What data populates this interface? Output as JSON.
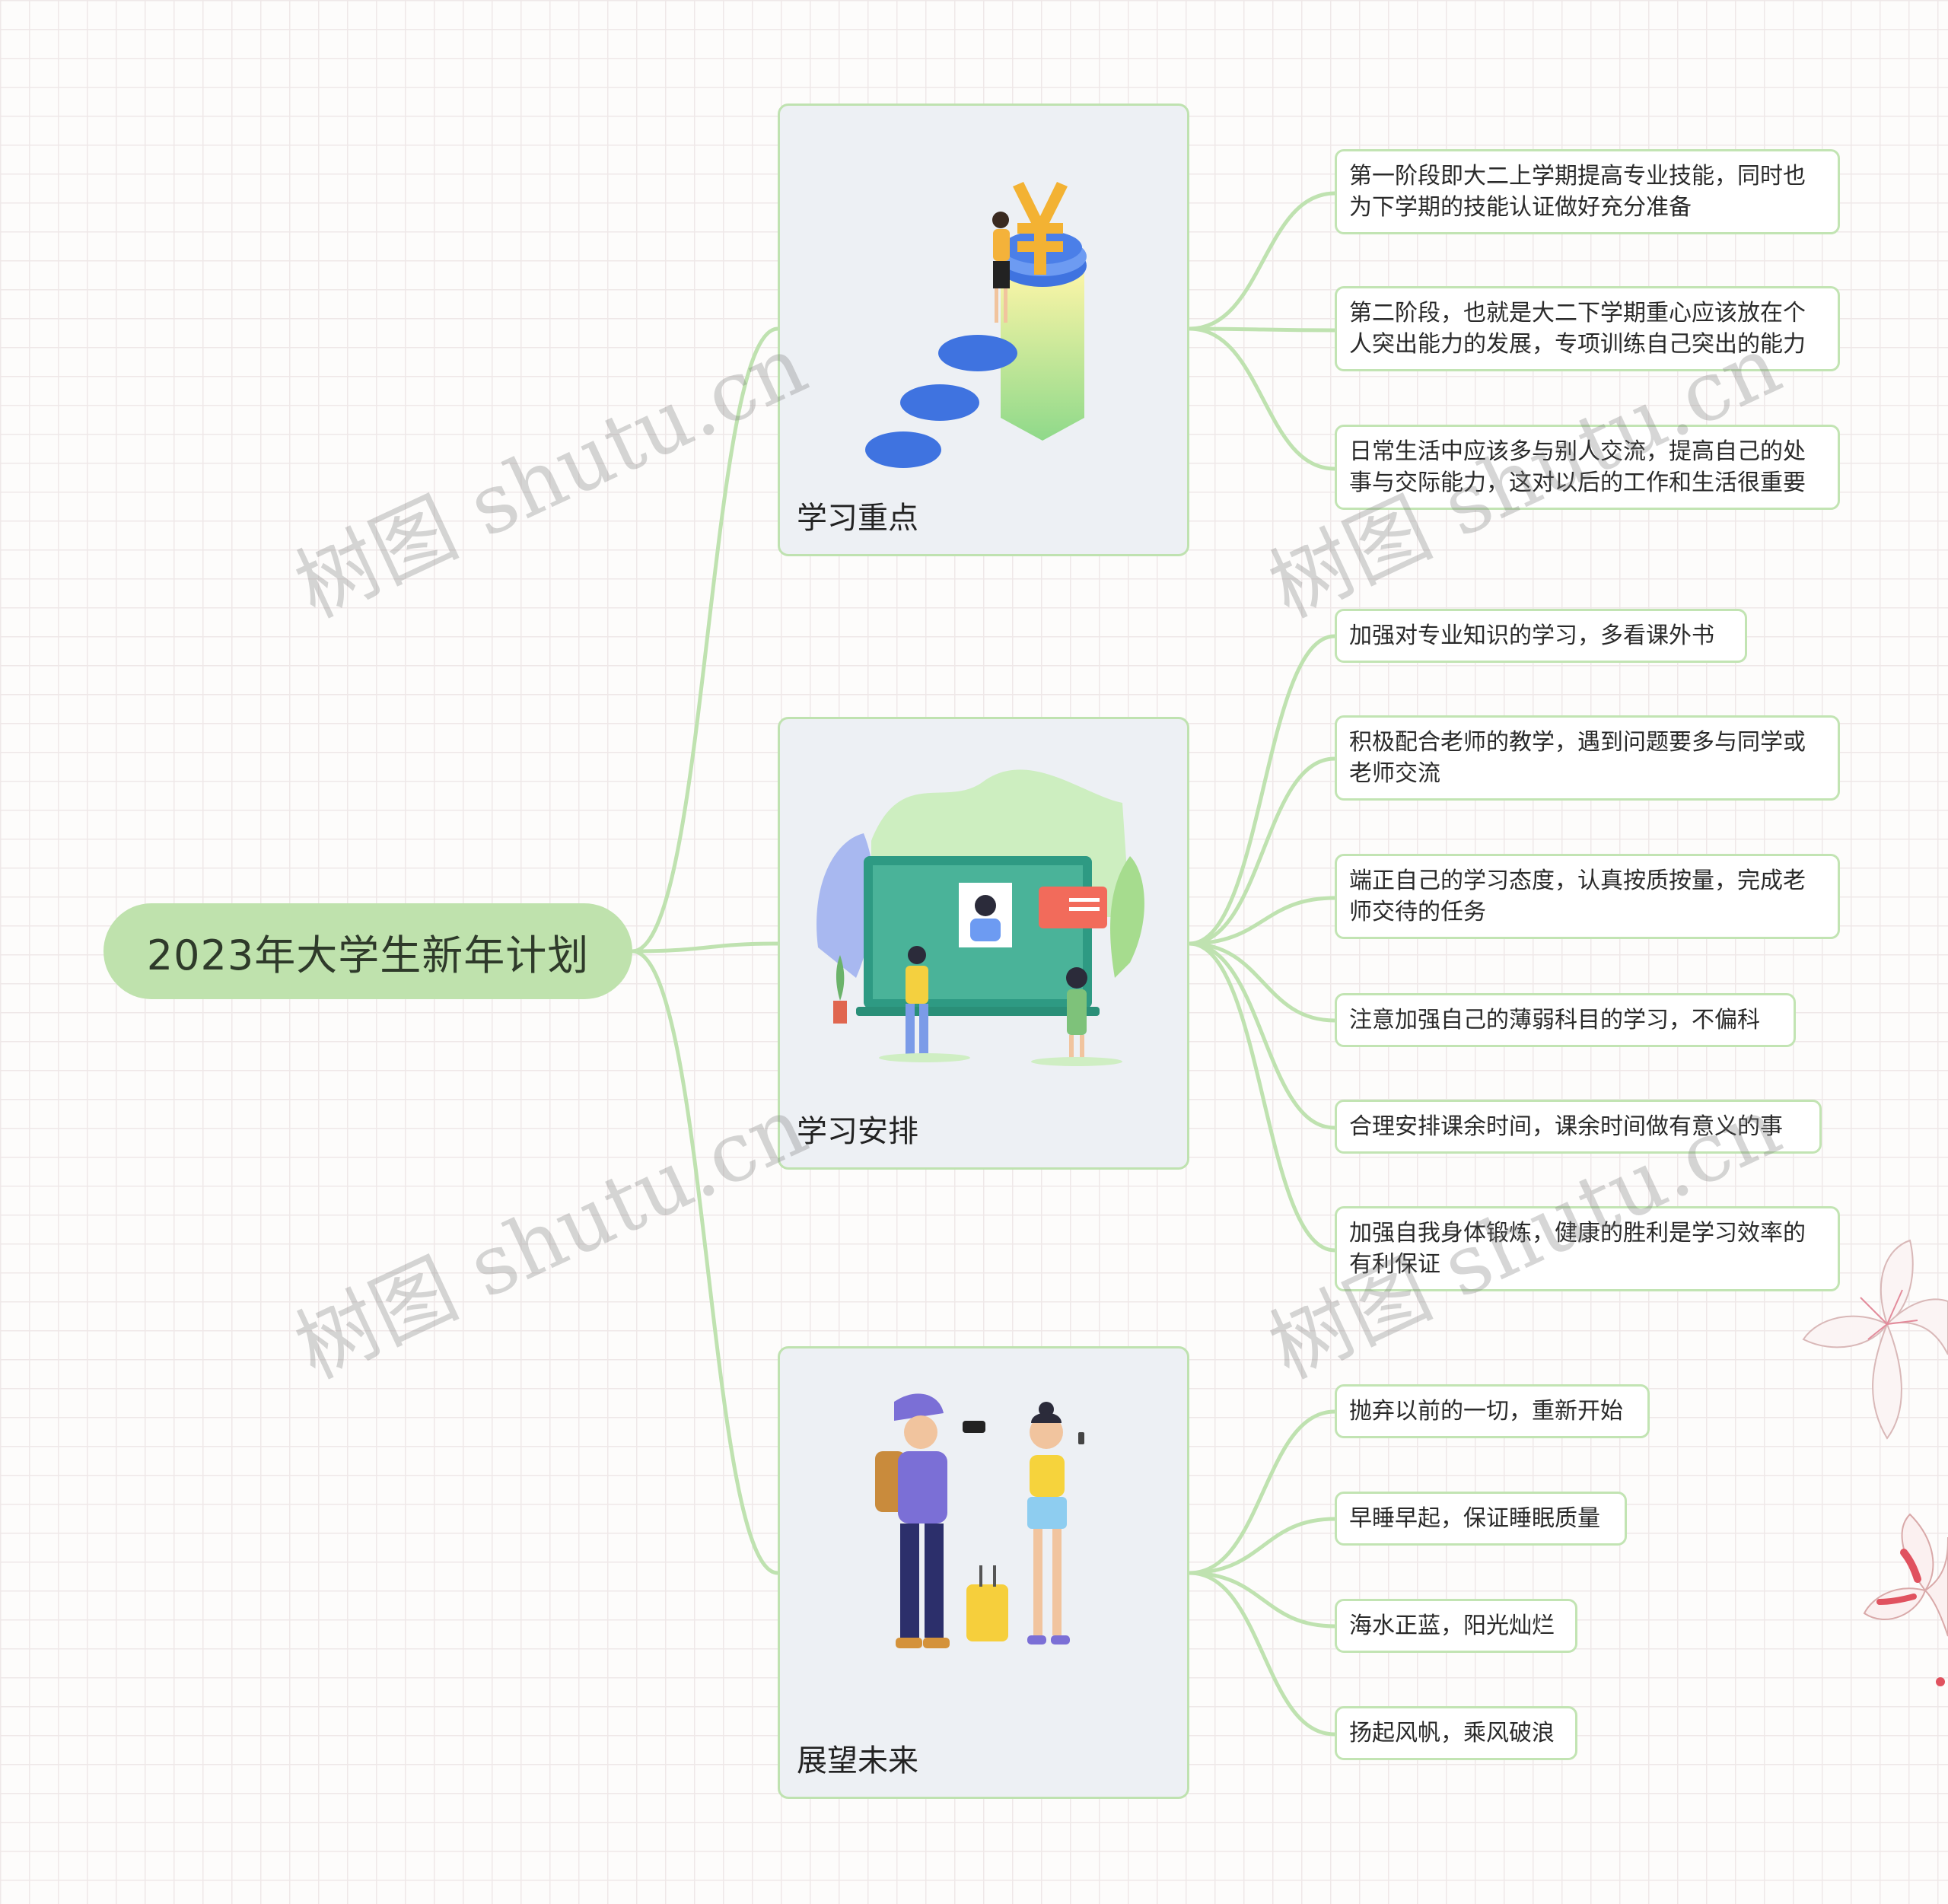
{
  "root": {
    "title": "2023年大学生新年计划"
  },
  "branches": [
    {
      "label": "学习重点",
      "illustration": "money-growth-illustration",
      "items": [
        {
          "text": "第一阶段即大二上学期提高专业技能，同时也为下学期的技能认证做好充分准备"
        },
        {
          "text": "第二阶段，也就是大二下学期重心应该放在个人突出能力的发展，专项训练自己突出的能力"
        },
        {
          "text": "日常生活中应该多与别人交流，提高自己的处事与交际能力，这对以后的工作和生活很重要"
        }
      ]
    },
    {
      "label": "学习安排",
      "illustration": "online-class-illustration",
      "items": [
        {
          "text": "加强对专业知识的学习，多看课外书"
        },
        {
          "text": "积极配合老师的教学，遇到问题要多与同学或老师交流"
        },
        {
          "text": "端正自己的学习态度，认真按质按量，完成老师交待的任务"
        },
        {
          "text": "注意加强自己的薄弱科目的学习，不偏科"
        },
        {
          "text": "合理安排课余时间，课余时间做有意义的事"
        },
        {
          "text": "加强自我身体锻炼，健康的胜利是学习效率的有利保证"
        }
      ]
    },
    {
      "label": "展望未来",
      "illustration": "travelers-illustration",
      "items": [
        {
          "text": "抛弃以前的一切，重新开始"
        },
        {
          "text": "早睡早起，保证睡眠质量"
        },
        {
          "text": "海水正蓝，阳光灿烂"
        },
        {
          "text": "扬起风帆，乘风破浪"
        }
      ]
    }
  ],
  "watermark": {
    "text": "树图 shutu.cn"
  },
  "colors": {
    "root_fill": "#bfe2ad",
    "link": "#bfe2b0",
    "card_fill": "#edf0f4"
  }
}
